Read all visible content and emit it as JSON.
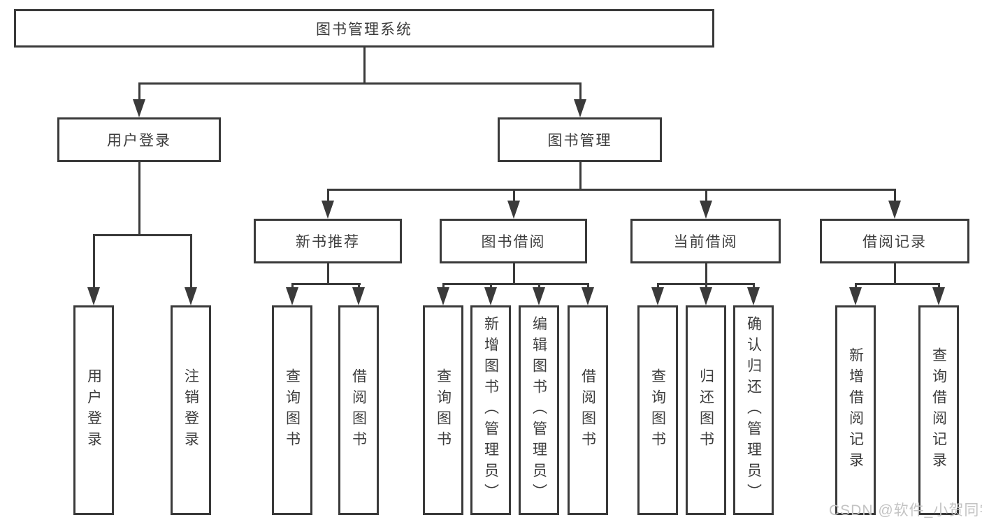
{
  "diagram": {
    "root": {
      "label": "图书管理系统"
    },
    "branches": {
      "user": {
        "label": "用户登录",
        "children": [
          {
            "label": "用户登录"
          },
          {
            "label": "注销登录"
          }
        ]
      },
      "books": {
        "label": "图书管理",
        "groups": [
          {
            "label": "新书推荐",
            "children": [
              {
                "label": "查询图书"
              },
              {
                "label": "借阅图书"
              }
            ]
          },
          {
            "label": "图书借阅",
            "children": [
              {
                "label": "查询图书"
              },
              {
                "label": "新增图书（管理员）"
              },
              {
                "label": "编辑图书（管理员）"
              },
              {
                "label": "借阅图书"
              }
            ]
          },
          {
            "label": "当前借阅",
            "children": [
              {
                "label": "查询图书"
              },
              {
                "label": "归还图书"
              },
              {
                "label": "确认归还（管理员）"
              }
            ]
          },
          {
            "label": "借阅记录",
            "children": [
              {
                "label": "新增借阅记录"
              },
              {
                "label": "查询借阅记录"
              }
            ]
          }
        ]
      }
    },
    "watermark": "CSDN @软件_小贺同学",
    "colors": {
      "line": "#3a3a3a",
      "text": "#3d3d3d",
      "watermark": "#c3c3c3",
      "background": "#ffffff"
    }
  }
}
